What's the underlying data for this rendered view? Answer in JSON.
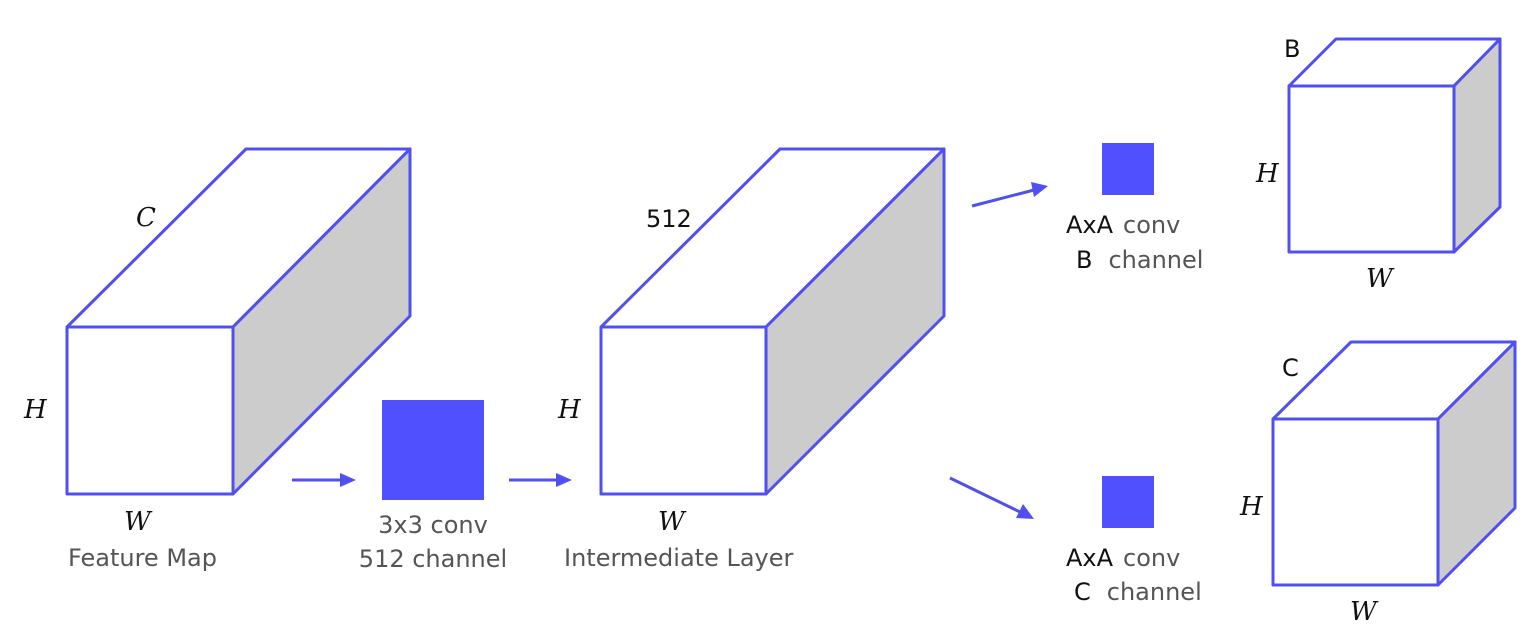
{
  "colors": {
    "edge": "#5050f0",
    "kernel": "#5050ff",
    "side_face": "#cccccc",
    "caption": "#555555"
  },
  "feature_map": {
    "depth_label": "C",
    "height_label": "H",
    "width_label": "W",
    "caption": "Feature Map"
  },
  "conv3x3": {
    "caption_line1": "3x3 conv",
    "caption_line2": "512 channel"
  },
  "intermediate": {
    "depth_label": "512",
    "height_label": "H",
    "width_label": "W",
    "caption": "Intermediate Layer"
  },
  "branch_top": {
    "kernel_size": "AxA",
    "conv_word": "conv",
    "channel_letter": "B",
    "channel_word": "channel",
    "output": {
      "depth_label": "B",
      "height_label": "H",
      "width_label": "W"
    }
  },
  "branch_bottom": {
    "kernel_size": "AxA",
    "conv_word": "conv",
    "channel_letter": "C",
    "channel_word": "channel",
    "output": {
      "depth_label": "C",
      "height_label": "H",
      "width_label": "W"
    }
  }
}
